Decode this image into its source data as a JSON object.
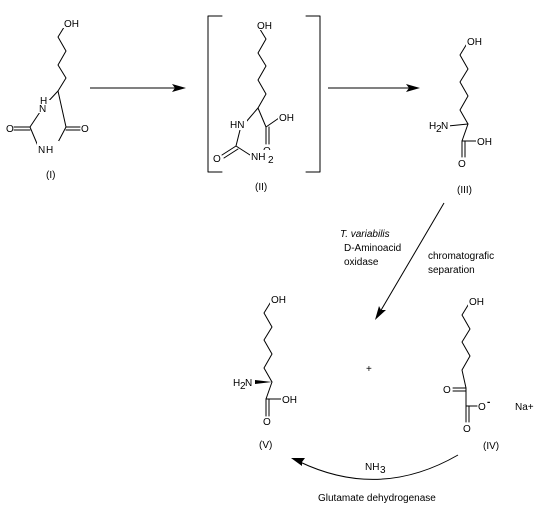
{
  "compounds": {
    "c1": {
      "label": "(I)",
      "atoms": {
        "oh": "OH",
        "nh_top": "N",
        "nh_top_h": "H",
        "o_left": "O",
        "o_right": "O",
        "nh_bottom": "N",
        "nh_bottom_h": "H"
      }
    },
    "c2": {
      "label": "(II)",
      "atoms": {
        "oh": "OH",
        "hn": "HN",
        "cooh": "OH",
        "o_acid": "O",
        "o_urea": "O",
        "nh2": "NH",
        "nh2_sub": "2"
      }
    },
    "c3": {
      "label": "(III)",
      "atoms": {
        "oh": "OH",
        "h2n": "H",
        "h2n_sub": "2",
        "h2n_n": "N",
        "cooh": "OH",
        "o_acid": "O"
      }
    },
    "c4": {
      "label": "(IV)",
      "atoms": {
        "oh": "OH",
        "o_keto": "O",
        "o_acid": "O",
        "o_minus": "O",
        "charge": "-",
        "na": "Na+"
      }
    },
    "c5": {
      "label": "(V)",
      "atoms": {
        "oh": "OH",
        "h2n": "H",
        "h2n_sub": "2",
        "h2n_n": "N",
        "cooh": "OH",
        "o_acid": "O"
      }
    }
  },
  "plus_sign": "+",
  "annotations": {
    "organism": "T. variabilis",
    "enzyme_line1": "D-Aminoacid",
    "enzyme_line2": "oxidase",
    "separation_line1": "chromatografic",
    "separation_line2": "separation",
    "reagent": "NH",
    "reagent_sub": "3",
    "enzyme2": "Glutamate dehydrogenase"
  },
  "icons": [
    "bracket-left",
    "bracket-right",
    "arrow-right",
    "arrow-diagonal",
    "arrow-curved"
  ]
}
